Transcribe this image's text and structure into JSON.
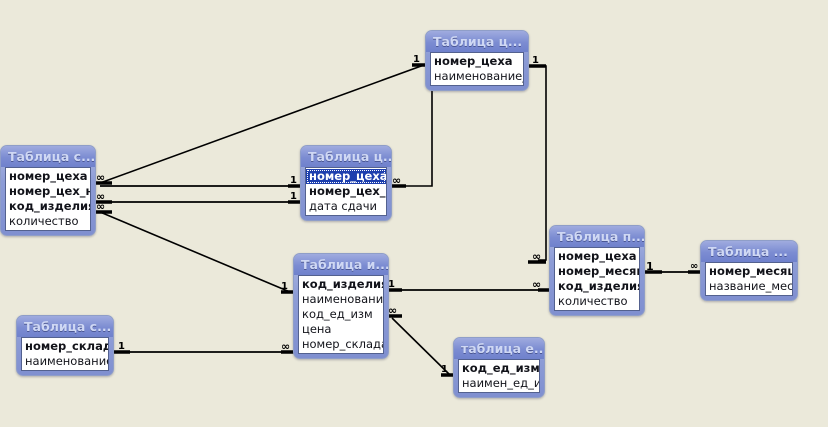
{
  "diagram": {
    "kind": "database-relationships",
    "background_color": "#ebe9da",
    "title_color": "#cfd8f4",
    "header_gradient_top": "#9fabdf",
    "header_gradient_bottom": "#6f81cc",
    "selected_row_color": "#1d3fae",
    "line_color": "#000000"
  },
  "tables": [
    {
      "id": "tsdacha",
      "title": "Таблица с...",
      "fields": [
        {
          "name": "номер_цеха",
          "key": true,
          "selected": false
        },
        {
          "name": "номер_цех_накл",
          "key": true,
          "selected": false
        },
        {
          "name": "код_изделия",
          "key": true,
          "selected": false
        },
        {
          "name": "количество",
          "key": false,
          "selected": false
        }
      ]
    },
    {
      "id": "tseh_top",
      "title": "Таблица ц...",
      "fields": [
        {
          "name": "номер_цеха",
          "key": true,
          "selected": false
        },
        {
          "name": "наименование_ц",
          "key": false,
          "selected": false
        }
      ]
    },
    {
      "id": "tseh_nakl",
      "title": "Таблица ц...",
      "fields": [
        {
          "name": "номер_цеха",
          "key": true,
          "selected": true
        },
        {
          "name": "номер_цех_накл",
          "key": true,
          "selected": false
        },
        {
          "name": "дата сдачи",
          "key": false,
          "selected": false
        }
      ]
    },
    {
      "id": "tizdelie",
      "title": "Таблица и...",
      "fields": [
        {
          "name": "код_изделия",
          "key": true,
          "selected": false
        },
        {
          "name": "наименование и:",
          "key": false,
          "selected": false
        },
        {
          "name": "код_ед_изм",
          "key": false,
          "selected": false
        },
        {
          "name": "цена",
          "key": false,
          "selected": false
        },
        {
          "name": "номер_склада",
          "key": false,
          "selected": false
        }
      ]
    },
    {
      "id": "tplan",
      "title": "Таблица п...",
      "fields": [
        {
          "name": "номер_цеха",
          "key": true,
          "selected": false
        },
        {
          "name": "номер_месяца",
          "key": true,
          "selected": false
        },
        {
          "name": "код_изделия",
          "key": true,
          "selected": false
        },
        {
          "name": "количество",
          "key": false,
          "selected": false
        }
      ]
    },
    {
      "id": "tmesyac",
      "title": "Таблица ...",
      "fields": [
        {
          "name": "номер_месяца",
          "key": true,
          "selected": false
        },
        {
          "name": "название_месяц",
          "key": false,
          "selected": false
        }
      ]
    },
    {
      "id": "tsklad",
      "title": "Таблица с...",
      "fields": [
        {
          "name": "номер_склада",
          "key": true,
          "selected": false
        },
        {
          "name": "наименование_с",
          "key": false,
          "selected": false
        }
      ]
    },
    {
      "id": "ted_izm",
      "title": "таблица е...",
      "fields": [
        {
          "name": "код_ед_изм",
          "key": true,
          "selected": false
        },
        {
          "name": "наимен_ед_изм",
          "key": false,
          "selected": false
        }
      ]
    }
  ],
  "cardinalities": [
    {
      "id": "c1",
      "symbol": "∞"
    },
    {
      "id": "c2",
      "symbol": "∞"
    },
    {
      "id": "c3",
      "symbol": "∞"
    },
    {
      "id": "c4",
      "symbol": "1"
    },
    {
      "id": "c5",
      "symbol": "1"
    },
    {
      "id": "c6",
      "symbol": "1"
    },
    {
      "id": "c7",
      "symbol": "1"
    },
    {
      "id": "c8",
      "symbol": "∞"
    },
    {
      "id": "c9",
      "symbol": "∞"
    },
    {
      "id": "c10",
      "symbol": "∞"
    },
    {
      "id": "c11",
      "symbol": "1"
    },
    {
      "id": "c12",
      "symbol": "1"
    },
    {
      "id": "c13",
      "symbol": "∞"
    },
    {
      "id": "c14",
      "symbol": "1"
    },
    {
      "id": "c15",
      "symbol": "1"
    },
    {
      "id": "c16",
      "symbol": "∞"
    },
    {
      "id": "c17",
      "symbol": "∞"
    },
    {
      "id": "c18",
      "symbol": "1"
    }
  ]
}
